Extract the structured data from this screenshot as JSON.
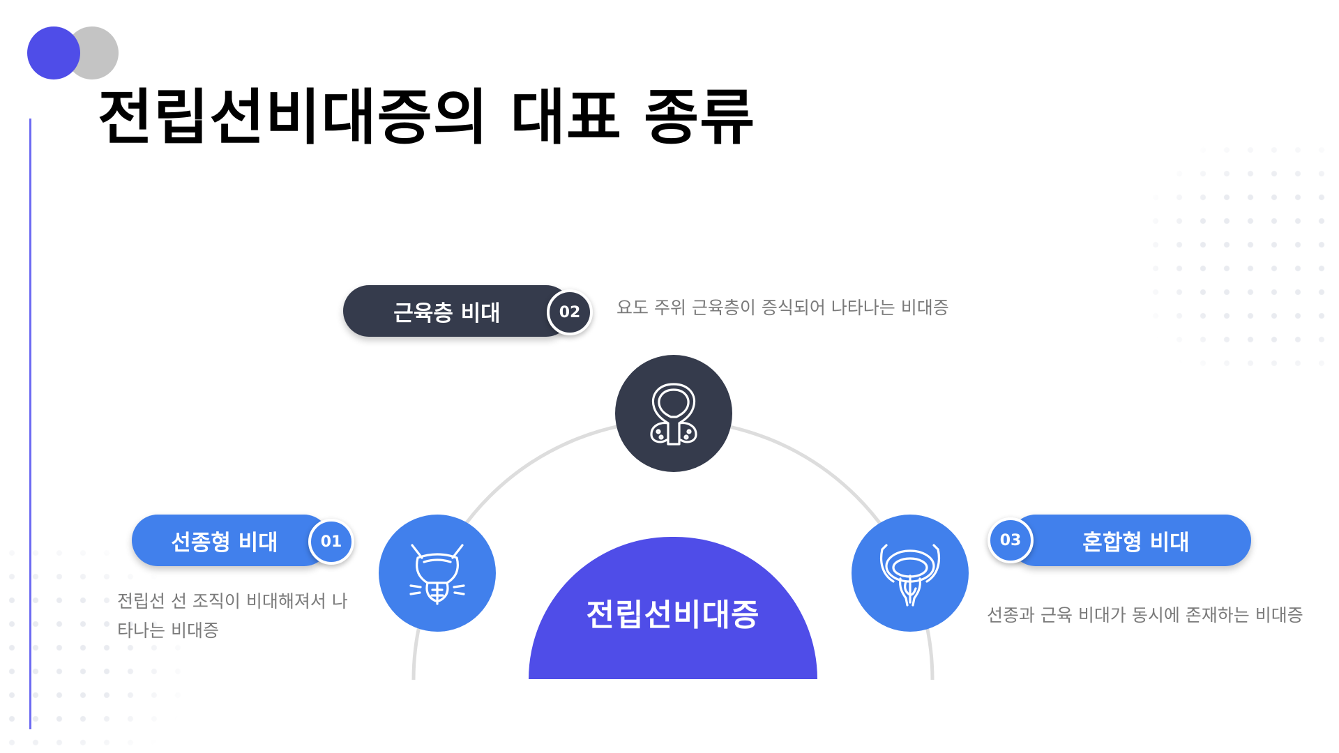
{
  "title": "전립선비대증의 대표 종류",
  "center": {
    "label": "전립선비대증"
  },
  "types": [
    {
      "number": "01",
      "label": "선종형 비대",
      "description": "전립선 선 조직이 비대해져서 나타나는 비대증",
      "icon": "prostate-gland-icon"
    },
    {
      "number": "02",
      "label": "근육층 비대",
      "description": "요도 주위 근육층이 증식되어 나타나는 비대증",
      "icon": "bladder-prostate-icon"
    },
    {
      "number": "03",
      "label": "혼합형 비대",
      "description": "선종과 근육 비대가 동시에 존재하는 비대증",
      "icon": "pelvic-bladder-icon"
    }
  ],
  "colors": {
    "primary_indigo": "#4f4de8",
    "accent_blue": "#4180ec",
    "dark_navy": "#353b4c",
    "logo_grey": "#c4c4c4",
    "arc_grey": "#dddddd",
    "description_grey": "#7a7a7a"
  }
}
